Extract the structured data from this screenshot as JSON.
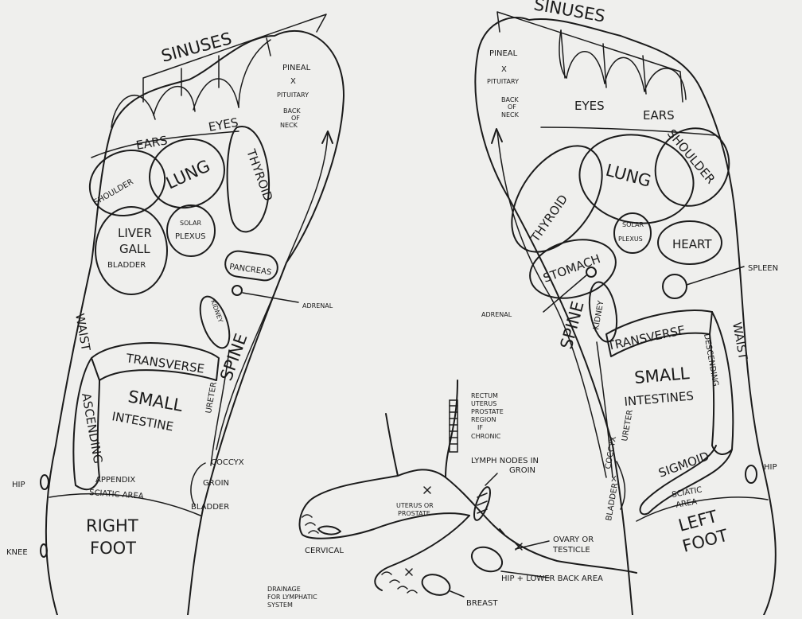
{
  "right_foot": {
    "sinuses": "SINUSES",
    "pineal": "PINEAL",
    "pituitary": "PITUITARY",
    "back_of_neck_1": "BACK",
    "back_of_neck_2": "OF",
    "back_of_neck_3": "NECK",
    "ears": "EARS",
    "eyes": "EYES",
    "shoulder": "SHOULDER",
    "lung": "LUNG",
    "thyroid": "THYROID",
    "liver_1": "LIVER",
    "liver_2": "GALL",
    "liver_3": "BLADDER",
    "solar_1": "SOLAR",
    "solar_2": "PLEXUS",
    "pancreas": "PANCREAS",
    "adrenal": "ADRENAL",
    "kidney": "KIDNEY",
    "waist": "WAIST",
    "transverse": "TRANSVERSE",
    "ascending": "ASCENDING",
    "small": "SMALL",
    "intestine": "INTESTINE",
    "spine": "SPINE",
    "ureter": "URETER",
    "coccyx": "COCCYX",
    "groin": "GROIN",
    "appendix": "APPENDIX",
    "sciatic": "SCIATIC AREA",
    "hip": "HIP",
    "bladder": "BLADDER",
    "foot_1": "RIGHT",
    "foot_2": "FOOT",
    "knee": "KNEE"
  },
  "left_foot": {
    "sinuses": "SINUSES",
    "pineal": "PINEAL",
    "pituitary": "PITUITARY",
    "back_of_neck_1": "BACK",
    "back_of_neck_2": "OF",
    "back_of_neck_3": "NECK",
    "eyes": "EYES",
    "ears": "EARS",
    "shoulder": "SHOULDER",
    "lung": "LUNG",
    "thyroid": "THYROID",
    "solar_1": "SOLAR",
    "solar_2": "PLEXUS",
    "heart": "HEART",
    "stomach": "STOMACH",
    "spleen": "SPLEEN",
    "adrenal": "ADRENAL",
    "spine": "SPINE",
    "kidney": "KIDNEY",
    "transverse": "TRANSVERSE",
    "descending": "DESCENDING",
    "waist": "WAIST",
    "small": "SMALL",
    "intestines": "INTESTINES",
    "ureter": "URETER",
    "coccyx": "COCCYX",
    "bladder": "BLADDER",
    "sigmoid": "SIGMOID",
    "sciatic_1": "SCIATIC",
    "sciatic_2": "AREA",
    "hip": "HIP",
    "foot_1": "LEFT",
    "foot_2": "FOOT"
  },
  "side_view": {
    "rectum_1": "RECTUM",
    "rectum_2": "UTERUS",
    "rectum_3": "PROSTATE",
    "rectum_4": "REGION",
    "rectum_5": "IF",
    "rectum_6": "CHRONIC",
    "lymph_1": "LYMPH NODES IN",
    "lymph_2": "GROIN",
    "uterus_1": "UTERUS OR",
    "uterus_2": "PROSTATE",
    "cervical": "CERVICAL",
    "ovary_1": "OVARY OR",
    "ovary_2": "TESTICLE",
    "hip_back": "HIP + LOWER BACK AREA",
    "drainage_1": "DRAINAGE",
    "drainage_2": "FOR LYMPHATIC",
    "drainage_3": "SYSTEM",
    "breast": "BREAST"
  }
}
